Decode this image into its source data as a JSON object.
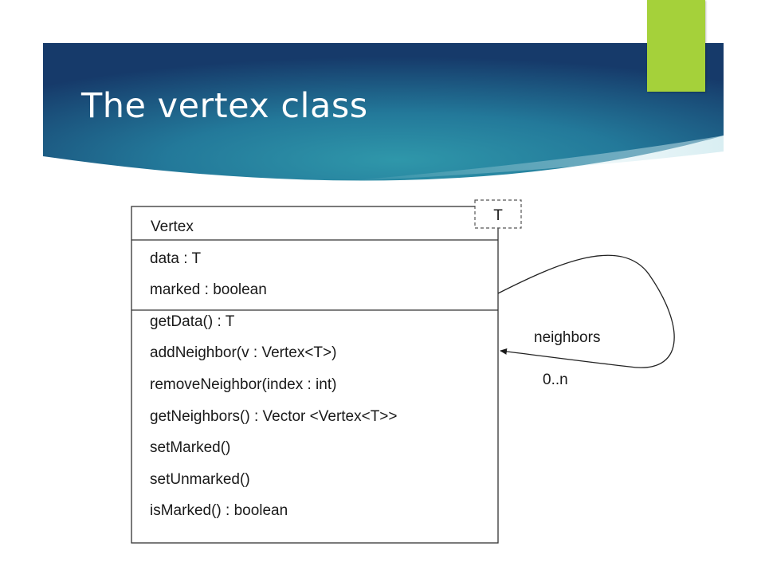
{
  "slide": {
    "title": "The vertex class"
  },
  "uml": {
    "class_name": "Vertex",
    "type_parameter": "T",
    "attributes": [
      "data : T",
      "marked : boolean"
    ],
    "methods": [
      "getData() : T",
      "addNeighbor(v : Vertex<T>)",
      "removeNeighbor(index : int)",
      "getNeighbors() : Vector <Vertex<T>>",
      "setMarked()",
      "setUnmarked()",
      "isMarked() : boolean"
    ],
    "association": {
      "role": "neighbors",
      "multiplicity": "0..n"
    }
  },
  "colors": {
    "banner_dark": "#173e6e",
    "banner_mid": "#21708f",
    "banner_light": "#2c90a6",
    "accent": "#a5d13a"
  }
}
